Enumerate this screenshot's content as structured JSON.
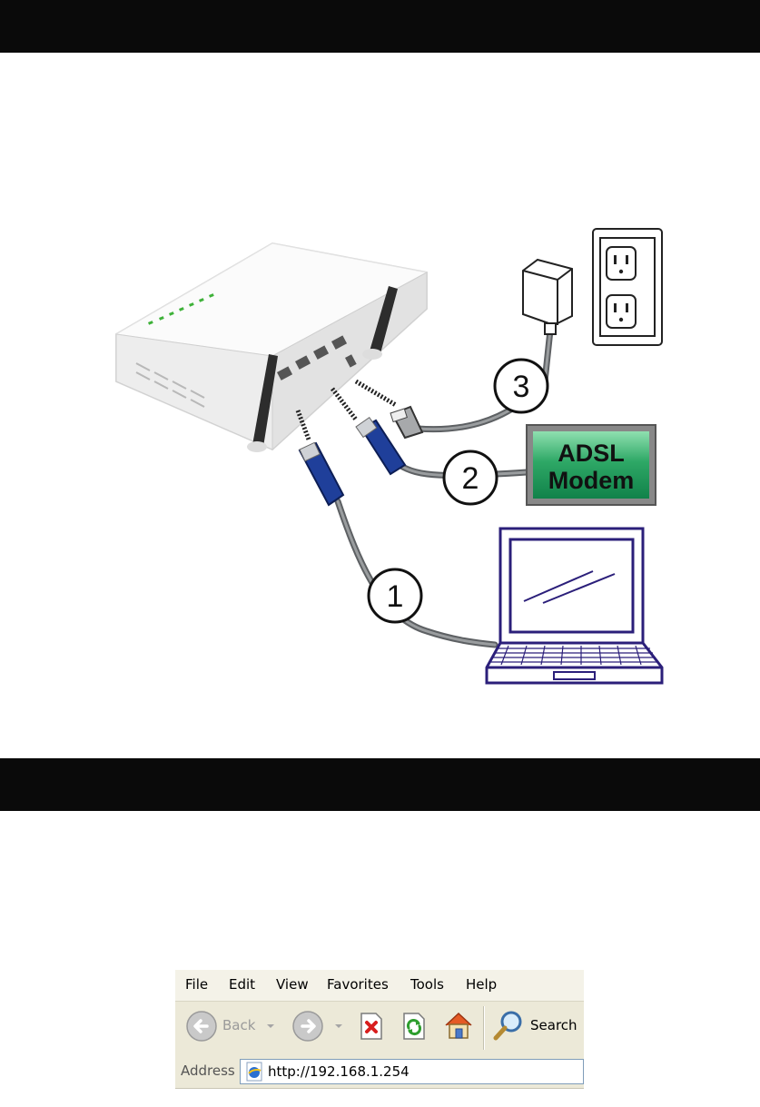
{
  "diagram": {
    "labels": {
      "step1": "1",
      "step2": "2",
      "step3": "3",
      "modem_line1": "ADSL",
      "modem_line2": "Modem"
    },
    "colors": {
      "cable": "#7b7e80",
      "connector_blue": "#1f3f9a",
      "modem_green": "#2ea866",
      "laptop_outline": "#2b1f7a"
    }
  },
  "browser": {
    "menu": [
      "File",
      "Edit",
      "View",
      "Favorites",
      "Tools",
      "Help"
    ],
    "toolbar": {
      "back_label": "Back",
      "search_label": "Search"
    },
    "address": {
      "label": "Address",
      "url": "http://192.168.1.254"
    }
  }
}
